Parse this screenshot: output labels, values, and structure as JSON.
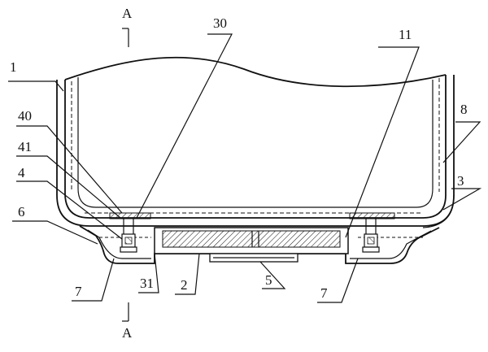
{
  "section_marks": {
    "top": "A",
    "bottom": "A"
  },
  "labels": {
    "l1": "1",
    "l30": "30",
    "l11": "11",
    "l8": "8",
    "l40": "40",
    "l41": "41",
    "l4": "4",
    "l3": "3",
    "l6": "6",
    "l7a": "7",
    "l31": "31",
    "l2": "2",
    "l5": "5",
    "l7b": "7"
  }
}
